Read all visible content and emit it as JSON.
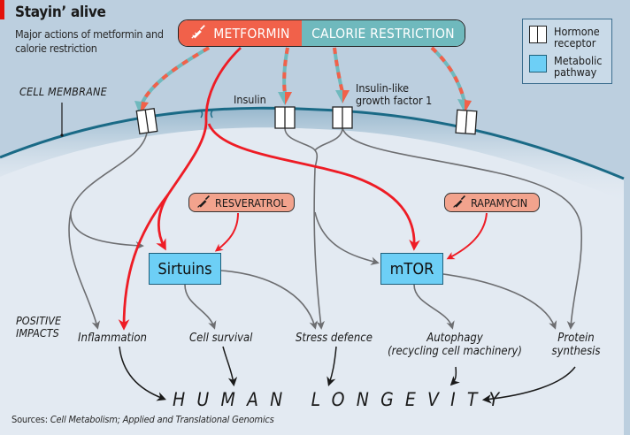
{
  "header": {
    "title": "Stayin’ alive",
    "subtitle": "Major actions of metformin and calorie restriction"
  },
  "interventions": {
    "metformin": "METFORMIN",
    "calorie_restriction": "CALORIE RESTRICTION",
    "resveratrol": "RESVERATROL",
    "rapamycin": "RAPAMYCIN",
    "icon": "syringe-icon"
  },
  "legend": {
    "items": [
      {
        "icon": "hormone-receptor-icon",
        "label": "Hormone receptor"
      },
      {
        "icon": "metabolic-pathway-icon",
        "label": "Metabolic pathway"
      }
    ]
  },
  "labels": {
    "cell_membrane": "CELL MEMBRANE",
    "insulin": "Insulin",
    "igf_line1": "Insulin-like",
    "igf_line2": "growth factor 1",
    "positive_impacts_line1": "POSITIVE",
    "positive_impacts_line2": "IMPACTS"
  },
  "pathways": {
    "sirtuins": "Sirtuins",
    "mtor": "mTOR"
  },
  "impacts": [
    {
      "label": "Inflammation"
    },
    {
      "label": "Cell survival"
    },
    {
      "label": "Stress defence"
    },
    {
      "label": "Autophagy",
      "sub": "(recycling cell machinery)"
    },
    {
      "label": "Protein",
      "sub": "synthesis"
    }
  ],
  "outcome": "HUMAN LONGEVITY",
  "sources": {
    "prefix": "Sources:",
    "text": "Cell Metabolism; Applied and Translational Genomics"
  },
  "colors": {
    "background": "#bccfdf",
    "cell_interior": "#e3eaf2",
    "membrane": "#1a6a86",
    "metformin": "#f1614a",
    "calorie_restriction": "#6fb9bd",
    "drug_pill": "#f2a38d",
    "pathway_box": "#6dcff6",
    "red_arrow": "#ee1c25",
    "grey_arrow": "#6d6e71",
    "accent_tab": "#e3120b"
  }
}
